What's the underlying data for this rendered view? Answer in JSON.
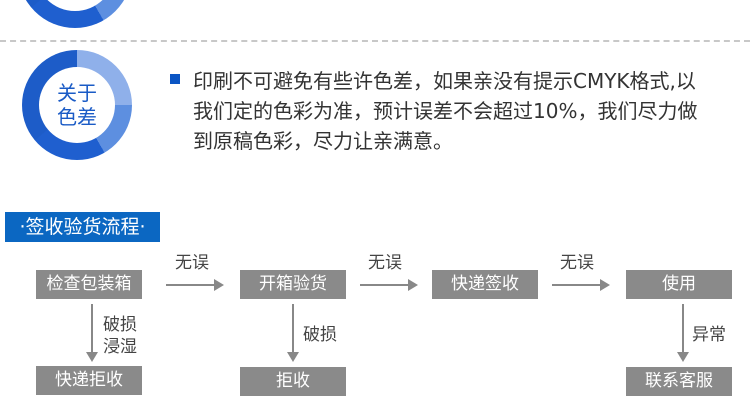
{
  "color_note": {
    "title": "关于\n色差",
    "lines": [
      "印刷不可避免有些许色差，如果亲没有提示CMYK格式,以",
      "我们定的色彩为准，预计误差不会超过10%，我们尽力做",
      "到原稿色彩，尽力让亲满意。"
    ]
  },
  "flow": {
    "title": "·签收验货流程·",
    "steps": [
      "检查包装箱",
      "开箱验货",
      "快递签收",
      "使用"
    ],
    "ok_label": "无误",
    "outcomes": [
      "快递拒收",
      "拒收",
      "联系客服"
    ],
    "conditions": [
      "破损\n浸湿",
      "破损",
      "异常"
    ]
  },
  "colors": {
    "accent": "#0b67c2",
    "box": "#8a8a8a"
  }
}
